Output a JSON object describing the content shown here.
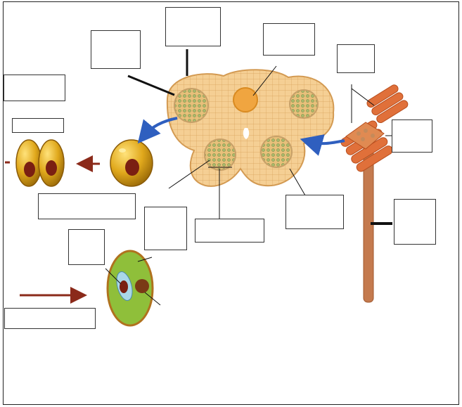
{
  "figure": {
    "title": "",
    "label_boxes": [
      {
        "id": "box-top-center",
        "text": ""
      },
      {
        "id": "box-top-left",
        "text": ""
      },
      {
        "id": "box-pollen-sac",
        "text": ""
      },
      {
        "id": "box-top-right",
        "text": ""
      },
      {
        "id": "box-left-upper",
        "text": ""
      },
      {
        "id": "box-left-small",
        "text": ""
      },
      {
        "id": "box-right-anther",
        "text": ""
      },
      {
        "id": "box-filament",
        "text": ""
      },
      {
        "id": "box-microspore",
        "text": ""
      },
      {
        "id": "box-sporogenous",
        "text": ""
      },
      {
        "id": "box-wall",
        "text": ""
      },
      {
        "id": "box-generative",
        "text": ""
      },
      {
        "id": "box-vegetative",
        "text": ""
      },
      {
        "id": "box-mature-pollen",
        "text": ""
      }
    ]
  },
  "colors": {
    "anther_tissue": "#f2c98a",
    "anther_outline": "#d9a25a",
    "pollen_gold": "#d9a21a",
    "nucleus": "#7a1f12",
    "stamen_orange": "#e0703a",
    "filament": "#c47a4e",
    "pollen_green": "#8fbf3a",
    "arrow_blue": "#2f5fbf",
    "arrow_brown": "#8b2a1a"
  }
}
